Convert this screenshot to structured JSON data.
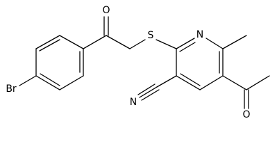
{
  "atoms": {
    "ketone_oxygen": "O",
    "acetyl_oxygen": "O",
    "sulfur": "S",
    "pyridine_nitrogen": "N",
    "nitrile_nitrogen": "N",
    "bromine": "Br"
  }
}
